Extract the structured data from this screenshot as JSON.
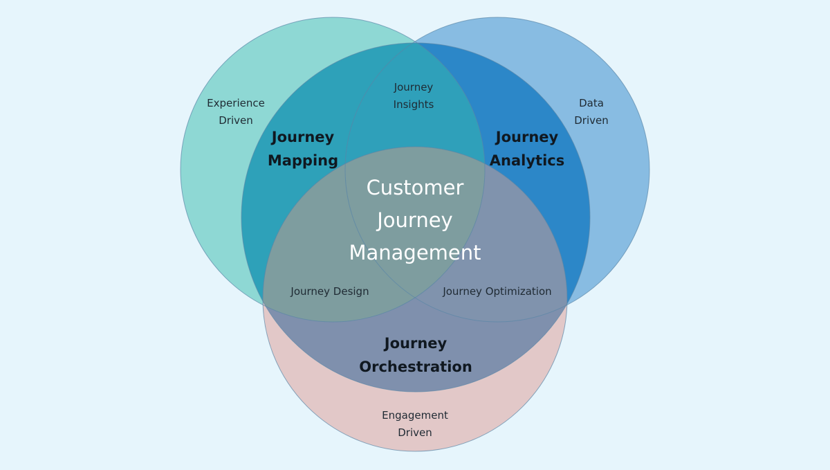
{
  "diagram": {
    "title": "Customer Journey Management",
    "background_color": "#e6f5fc",
    "center": {
      "lines": [
        "Customer",
        "Journey",
        "Management"
      ]
    },
    "circles": [
      {
        "id": "left",
        "name": "Journey Mapping",
        "lines": [
          "Journey",
          "Mapping"
        ],
        "driver_lines": [
          "Experience",
          "Driven"
        ],
        "outer_color": "#8ed8d4",
        "inner_color": "#2ea1b9"
      },
      {
        "id": "right",
        "name": "Journey Analytics",
        "lines": [
          "Journey",
          "Analytics"
        ],
        "driver_lines": [
          "Data",
          "Driven"
        ],
        "outer_color": "#88bce2",
        "inner_color": "#2c87c8"
      },
      {
        "id": "bottom",
        "name": "Journey Orchestration",
        "lines": [
          "Journey",
          "Orchestration"
        ],
        "driver_lines": [
          "Engagement",
          "Driven"
        ],
        "outer_color": "#e2c8c8",
        "inner_color": "#7f90ad"
      }
    ],
    "intersections": {
      "left_right": {
        "lines": [
          "Journey",
          "Insights"
        ],
        "color": "#2fa0ba"
      },
      "left_bottom": {
        "label": "Journey Design",
        "color": "#7e9d9f"
      },
      "right_bottom": {
        "label": "Journey Optimization",
        "color": "#8093ad"
      }
    },
    "outline_color": "#5a86a6"
  }
}
